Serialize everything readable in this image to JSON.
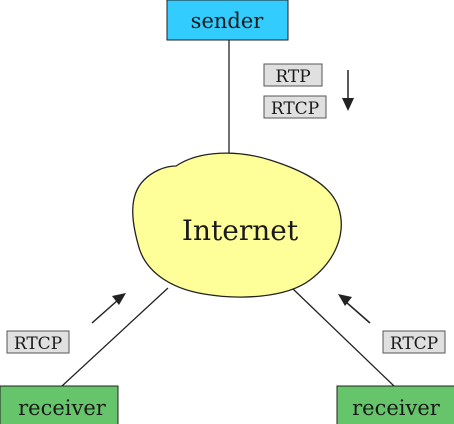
{
  "diagram": {
    "sender_label": "sender",
    "internet_label": "Internet",
    "receiver_left_label": "receiver",
    "receiver_right_label": "receiver",
    "protocol_rtp": "RTP",
    "protocol_rtcp_top": "RTCP",
    "protocol_rtcp_left": "RTCP",
    "protocol_rtcp_right": "RTCP"
  },
  "colors": {
    "sender_fill": "#33ccff",
    "receiver_fill": "#66c46a",
    "internet_fill": "#ffff99",
    "label_box_fill": "#e0e0e0",
    "line": "#222222"
  }
}
